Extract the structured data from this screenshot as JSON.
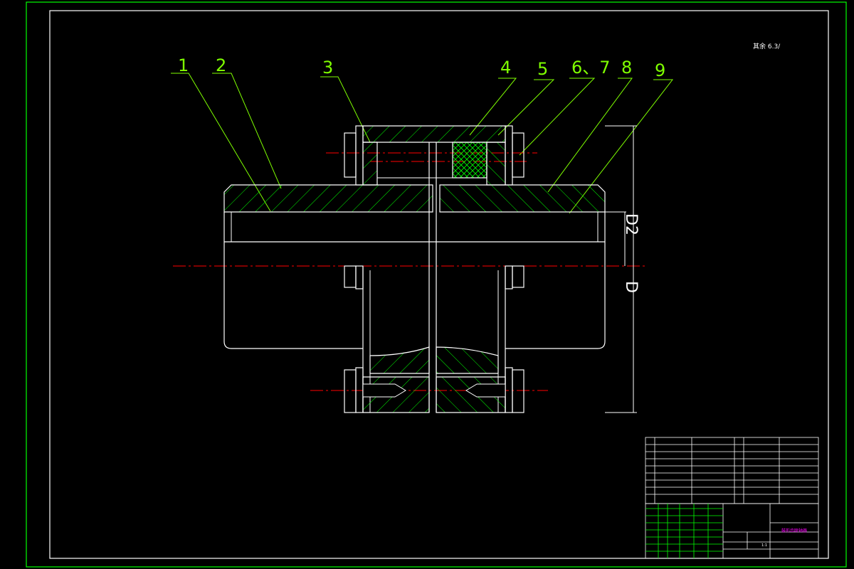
{
  "drawing": {
    "part_labels": [
      "1",
      "2",
      "3",
      "4",
      "5",
      "6、7",
      "8",
      "9"
    ],
    "dimension_labels": [
      "D2",
      "D"
    ],
    "roughness_note": "其余 6.3/",
    "title_block": {
      "drawing_title": "鼓形齿联轴器",
      "scale": "1:1"
    },
    "colors": {
      "background": "#000000",
      "border": "#00ff00",
      "leader": "#7fff00",
      "outline": "#ffffff",
      "centerline": "#ff0000",
      "title_text": "#ff00ff"
    }
  }
}
